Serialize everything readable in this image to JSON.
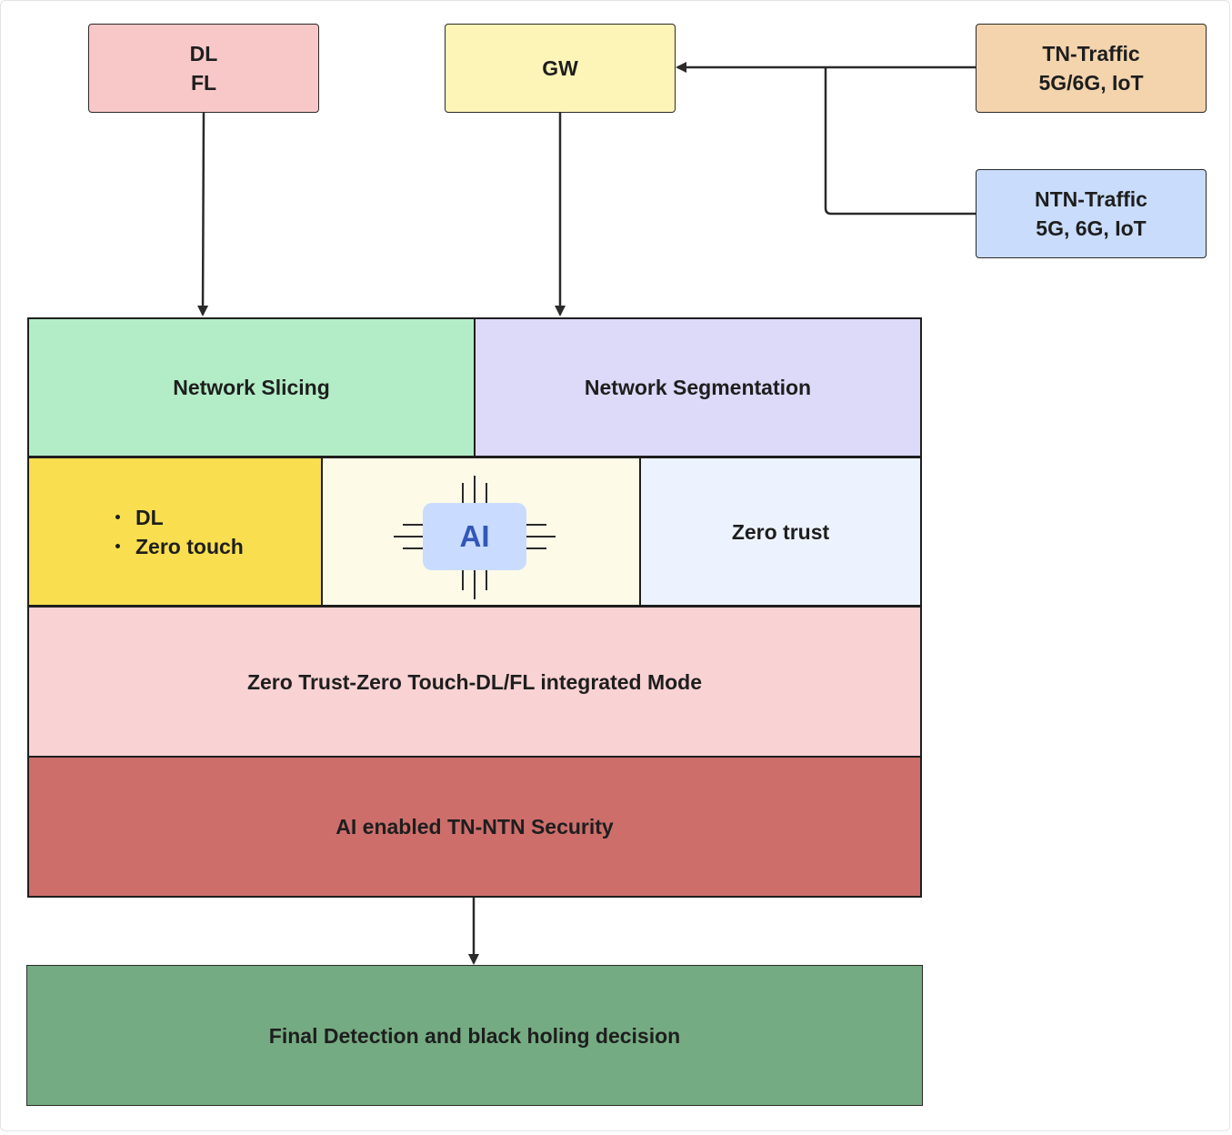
{
  "nodes": {
    "dl_fl": {
      "lines": [
        "DL",
        "FL"
      ],
      "color": "#f8c8c9"
    },
    "gw": {
      "label": "GW",
      "color": "#fdf5b8"
    },
    "tn_traffic": {
      "lines": [
        "TN-Traffic",
        "5G/6G, IoT"
      ],
      "color": "#f4d4ad"
    },
    "ntn_traffic": {
      "lines": [
        "NTN-Traffic",
        "5G, 6G, IoT"
      ],
      "color": "#c9dcfb"
    }
  },
  "stack": {
    "network_slicing": {
      "label": "Network Slicing",
      "color": "#b3edc7"
    },
    "network_segmentation": {
      "label": "Network Segmentation",
      "color": "#ddd9f9"
    },
    "dl_zero_touch": {
      "items": [
        "DL",
        "Zero touch"
      ],
      "color": "#f9de4f"
    },
    "ai_chip": {
      "label": "AI",
      "color": "#fdfae8",
      "chip_color": "#c9dcff",
      "icon": "ai-chip-icon"
    },
    "zero_trust": {
      "label": "Zero trust",
      "color": "#edf3fe"
    },
    "integrated_mode": {
      "label": "Zero Trust-Zero Touch-DL/FL integrated Mode",
      "color": "#f9d2d3"
    },
    "ai_security": {
      "label": "AI enabled TN-NTN Security",
      "color": "#cd6e6b"
    }
  },
  "final": {
    "label": "Final Detection and black holing decision",
    "color": "#75ab82"
  }
}
